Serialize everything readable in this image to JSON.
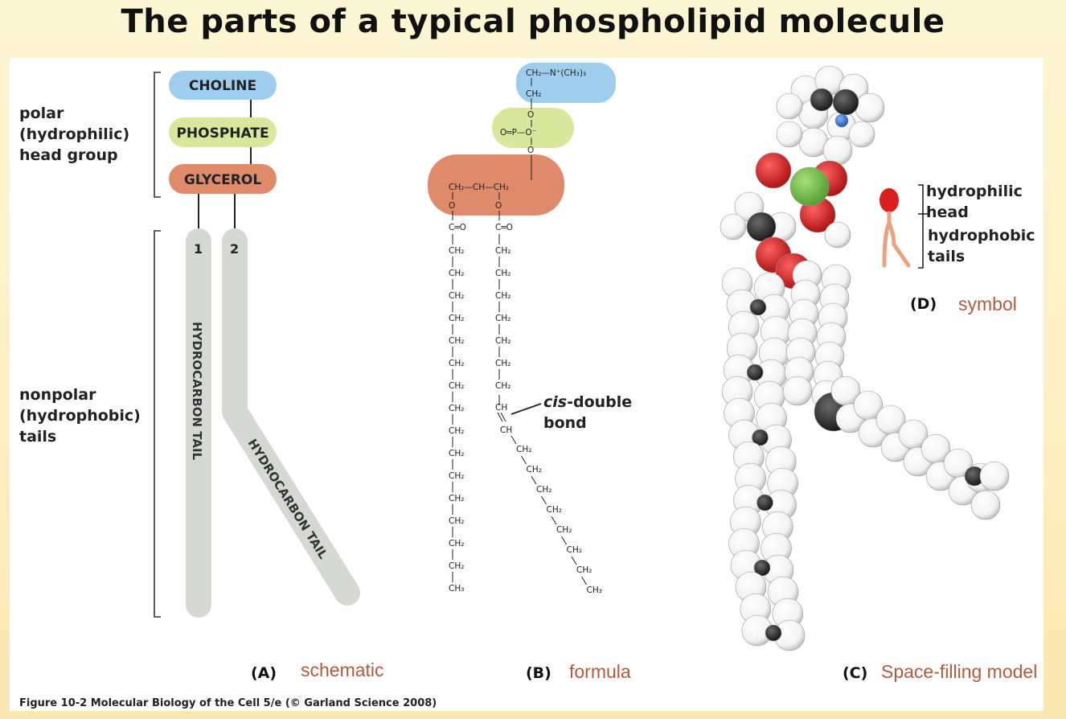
{
  "title": "The parts of a typical phospholipid molecule",
  "schematic": {
    "polar_label": [
      "polar",
      "(hydrophilic)",
      "head group"
    ],
    "nonpolar_label": [
      "nonpolar",
      "(hydrophobic)",
      "tails"
    ],
    "choline": "CHOLINE",
    "phosphate": "PHOSPHATE",
    "glycerol": "GLYCEROL",
    "tail1_num": "1",
    "tail2_num": "2",
    "tail1_text": "HYDROCARBON TAIL",
    "tail2_text": "HYDROCARBON TAIL",
    "colors": {
      "choline": "#9fcdee",
      "phosphate": "#d9e79c",
      "glycerol": "#e08a6c",
      "tail": "#d6d8d6"
    }
  },
  "formula": {
    "choline_line": "CH₂—N⁺(CH₃)₃",
    "ch2": "CH₂",
    "o": "O",
    "phosphate_line": "O═P—O⁻",
    "glycerol_line": "CH₂—CH—CH₂",
    "carbonyl": "C═O",
    "ch": "CH",
    "ch3": "CH₃",
    "cis_label_italic": "cis",
    "cis_label_rest": "-double",
    "bond_label": "bond"
  },
  "symbol": {
    "hydrophilic": "hydrophilic",
    "head": "head",
    "hydrophobic": "hydrophobic",
    "tails": "tails",
    "colors": {
      "head": "#d91e1e",
      "tails": "#e9a27f"
    }
  },
  "captions": {
    "a_letter": "(A)",
    "a_word": "schematic",
    "b_letter": "(B)",
    "b_word": "formula",
    "c_letter": "(C)",
    "c_word": "Space-filling model",
    "d_letter": "(D)",
    "d_word": "symbol"
  },
  "credit": "Figure 10-2  Molecular Biology of the Cell 5/e (© Garland Science 2008)"
}
